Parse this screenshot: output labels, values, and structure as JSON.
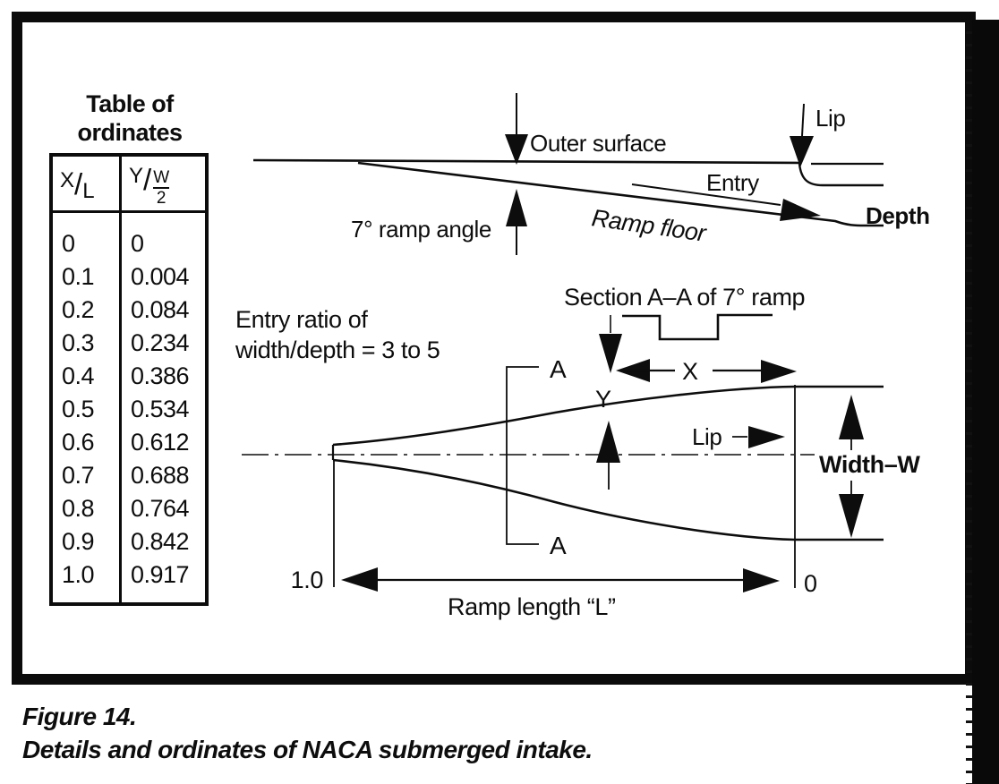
{
  "figure": {
    "caption_line1": "Figure 14.",
    "caption_line2": "Details and ordinates of NACA submerged intake."
  },
  "table": {
    "title_line1": "Table of",
    "title_line2": "ordinates",
    "col1": {
      "num": "X",
      "slash": "/",
      "den": "L"
    },
    "col2": {
      "prefix": "Y",
      "slash": "/",
      "frac_num": "W",
      "frac_den": "2"
    },
    "rows": [
      {
        "x": "0",
        "y": "0"
      },
      {
        "x": "0.1",
        "y": "0.004"
      },
      {
        "x": "0.2",
        "y": "0.084"
      },
      {
        "x": "0.3",
        "y": "0.234"
      },
      {
        "x": "0.4",
        "y": "0.386"
      },
      {
        "x": "0.5",
        "y": "0.534"
      },
      {
        "x": "0.6",
        "y": "0.612"
      },
      {
        "x": "0.7",
        "y": "0.688"
      },
      {
        "x": "0.8",
        "y": "0.764"
      },
      {
        "x": "0.9",
        "y": "0.842"
      },
      {
        "x": "1.0",
        "y": "0.917"
      }
    ]
  },
  "side_view": {
    "outer_surface": "Outer surface",
    "lip": "Lip",
    "entry": "Entry",
    "depth": "Depth",
    "ramp_floor": "Ramp floor",
    "ramp_angle": "7° ramp angle"
  },
  "plan_view": {
    "entry_ratio_line1": "Entry ratio of",
    "entry_ratio_line2": "width/depth = 3 to 5",
    "section_title": "Section A–A of 7° ramp",
    "station_a_top": "A",
    "station_a_bottom": "A",
    "x_label": "X",
    "y_label": "Y",
    "lip": "Lip",
    "width_w": "Width–W",
    "station_left": "1.0",
    "station_right": "0",
    "ramp_length": "Ramp length “L”"
  },
  "colors": {
    "ink": "#0d0d0d",
    "paper": "#ffffff"
  }
}
